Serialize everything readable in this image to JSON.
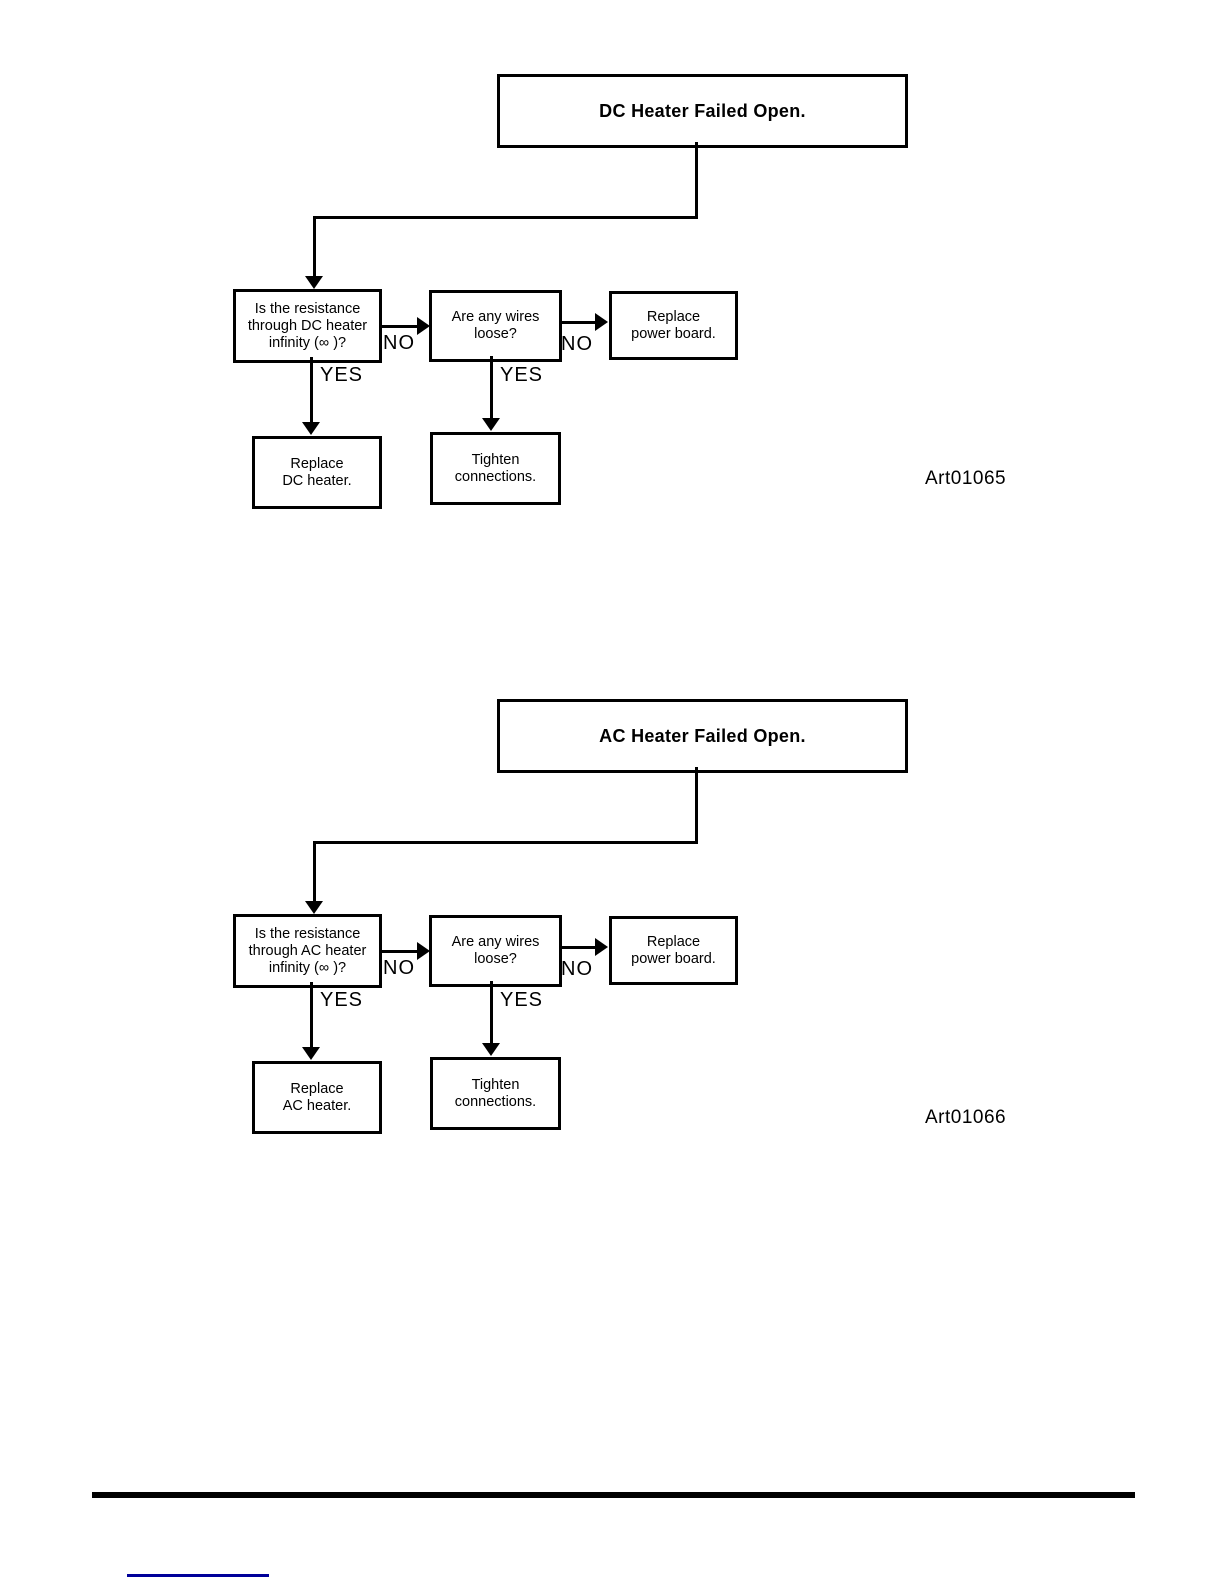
{
  "colors": {
    "ink": "#000000",
    "background": "#ffffff",
    "link_line": "#000099"
  },
  "charts": [
    {
      "title": "DC Heater Failed Open.",
      "question1": {
        "line1": "Is the resistance",
        "line2": "through DC heater",
        "line3": "infinity (∞ )?"
      },
      "question2": {
        "line1": "Are any wires",
        "line2": "loose?"
      },
      "result_power": {
        "line1": "Replace",
        "line2": "power board."
      },
      "result_heater": {
        "line1": "Replace",
        "line2": "DC heater."
      },
      "result_tighten": {
        "line1": "Tighten",
        "line2": "connections."
      },
      "label_no": "NO",
      "label_yes": "YES",
      "art_label": "Art01065"
    },
    {
      "title": "AC Heater Failed Open.",
      "question1": {
        "line1": "Is the resistance",
        "line2": "through AC heater",
        "line3": "infinity (∞ )?"
      },
      "question2": {
        "line1": "Are any wires",
        "line2": "loose?"
      },
      "result_power": {
        "line1": "Replace",
        "line2": "power board."
      },
      "result_heater": {
        "line1": "Replace",
        "line2": "AC heater."
      },
      "result_tighten": {
        "line1": "Tighten",
        "line2": "connections."
      },
      "label_no": "NO",
      "label_yes": "YES",
      "art_label": "Art01066"
    }
  ]
}
